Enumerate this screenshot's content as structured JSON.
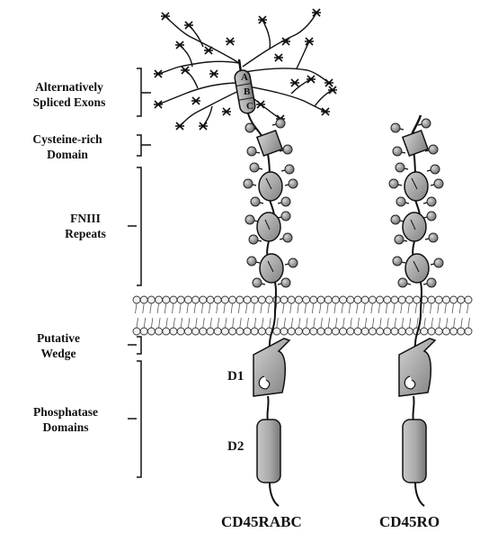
{
  "labels": {
    "alt_line1": "Alternatively",
    "alt_line2": "Spliced Exons",
    "cys_line1": "Cysteine-rich",
    "cys_line2": "Domain",
    "fn_line1": "FNIII",
    "fn_line2": "Repeats",
    "wedge_line1": "Putative",
    "wedge_line2": "Wedge",
    "phos_line1": "Phosphatase",
    "phos_line2": "Domains"
  },
  "exons": [
    "A",
    "B",
    "C"
  ],
  "domains": {
    "d1": "D1",
    "d2": "D2"
  },
  "isoforms": {
    "left": "CD45RABC",
    "right": "CD45RO"
  }
}
